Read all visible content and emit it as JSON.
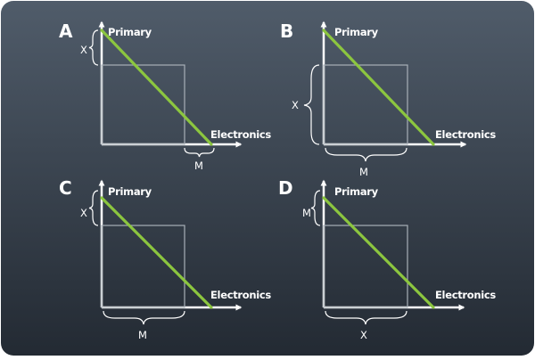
{
  "colors": {
    "background_top": "#505c6a",
    "background_bottom": "#232a33",
    "axis": "#ffffff",
    "line": "#8cc63f",
    "box": "#a8b0b8"
  },
  "chart_data": [
    {
      "type": "line",
      "panel": "A",
      "ylabel": "Primary",
      "xlabel": "Electronics",
      "series": [
        {
          "x": [
            0,
            100
          ],
          "y": [
            100,
            0
          ]
        }
      ],
      "brace_labels": {
        "y_brace": "X",
        "x_brace": "M"
      },
      "grid": false
    },
    {
      "type": "line",
      "panel": "B",
      "ylabel": "Primary",
      "xlabel": "Electronics",
      "series": [
        {
          "x": [
            0,
            100
          ],
          "y": [
            100,
            0
          ]
        }
      ],
      "brace_labels": {
        "y_brace": "X",
        "x_brace": "M"
      },
      "grid": false
    },
    {
      "type": "line",
      "panel": "C",
      "ylabel": "Primary",
      "xlabel": "Electronics",
      "series": [
        {
          "x": [
            0,
            100
          ],
          "y": [
            100,
            0
          ]
        }
      ],
      "brace_labels": {
        "y_brace": "X",
        "x_brace": "M"
      },
      "grid": false
    },
    {
      "type": "line",
      "panel": "D",
      "ylabel": "Primary",
      "xlabel": "Electronics",
      "series": [
        {
          "x": [
            0,
            100
          ],
          "y": [
            100,
            0
          ]
        }
      ],
      "brace_labels": {
        "y_brace": "M",
        "x_brace": "X"
      },
      "grid": false
    }
  ]
}
